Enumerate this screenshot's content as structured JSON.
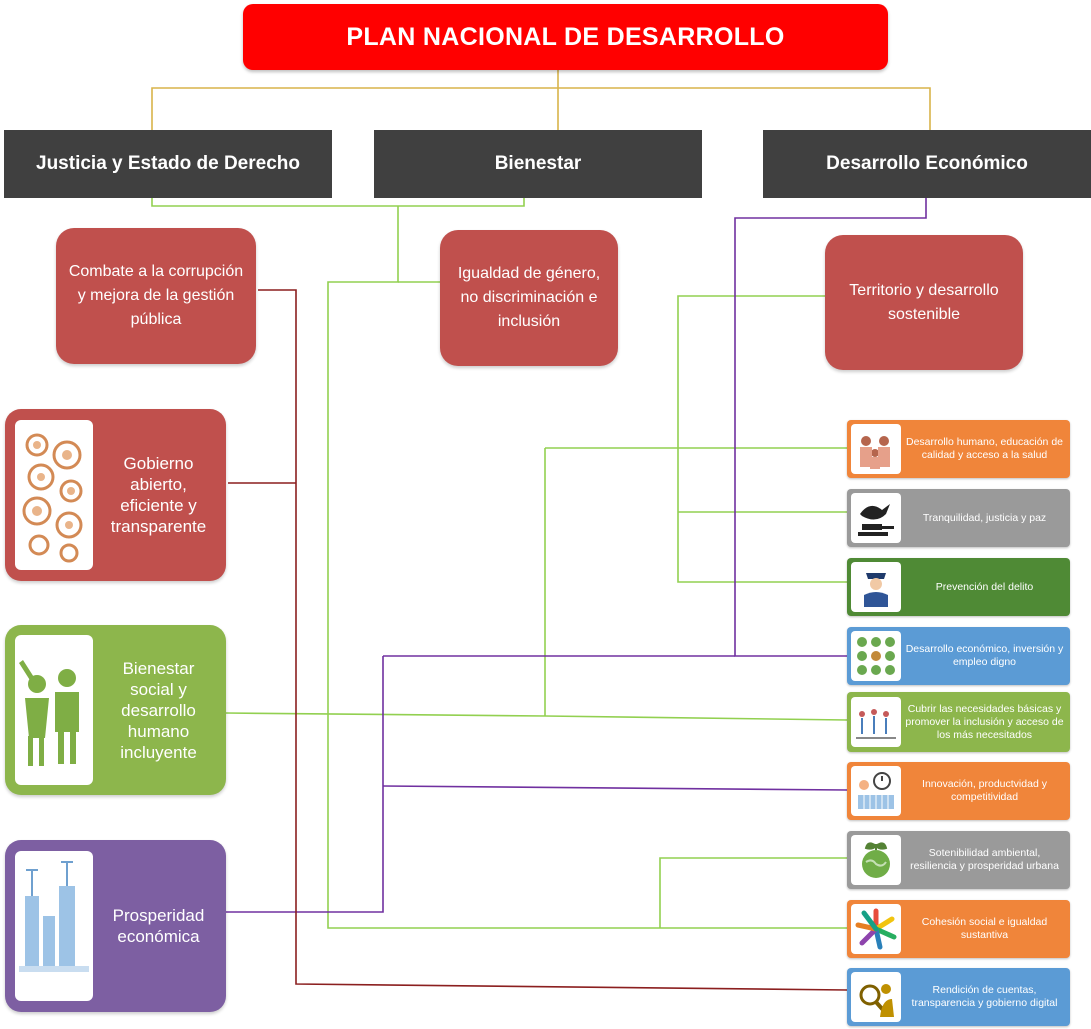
{
  "title": "PLAN NACIONAL DE DESARROLLO",
  "pillars": [
    {
      "label": "Justicia y Estado de Derecho"
    },
    {
      "label": "Bienestar"
    },
    {
      "label": "Desarrollo Económico"
    }
  ],
  "cross_axes": [
    {
      "label": "Combate a la corrupción y mejora de la gestión pública"
    },
    {
      "label": "Igualdad de género, no discriminación e inclusión"
    },
    {
      "label": "Territorio y desarrollo sostenible"
    }
  ],
  "state_axes": [
    {
      "label": "Gobierno abierto, eficiente y transparente",
      "color": "#c0504d",
      "icon": "gears-icon"
    },
    {
      "label": "Bienestar social y desarrollo humano incluyente",
      "color": "#8db64c",
      "icon": "people-icon"
    },
    {
      "label": "Prosperidad económica",
      "color": "#7d5fa2",
      "icon": "city-icon"
    }
  ],
  "objectives": [
    {
      "label": "Desarrollo humano, educación de calidad y acceso a la salud",
      "color": "#f0853a",
      "icon": "family-icon"
    },
    {
      "label": "Tranquilidad, justicia y paz",
      "color": "#9a9a9a",
      "icon": "dove-gavel-icon"
    },
    {
      "label": "Prevención del delito",
      "color": "#4f8a35",
      "icon": "police-icon"
    },
    {
      "label": "Desarrollo económico, inversión y empleo digno",
      "color": "#5b9bd5",
      "icon": "grid-icon"
    },
    {
      "label": "Cubrir las necesidades básicas y promover la inclusión y acceso de los más necesitados",
      "color": "#8db64c",
      "icon": "crowd-icon"
    },
    {
      "label": "Innovación, productvidad y competitividad",
      "color": "#f0853a",
      "icon": "innovation-icon"
    },
    {
      "label": "Sotenibilidad ambiental, resiliencia y prosperidad urbana",
      "color": "#9a9a9a",
      "icon": "earth-plant-icon"
    },
    {
      "label": "Cohesión social e igualdad sustantiva",
      "color": "#f0853a",
      "icon": "hands-circle-icon"
    },
    {
      "label": "Rendición de cuentas, transparencia y gobierno digital",
      "color": "#5b9bd5",
      "icon": "magnifier-person-icon"
    }
  ],
  "line_colors": {
    "gold": "#d9b44a",
    "green": "#92d050",
    "purple": "#7030a0",
    "maroon": "#8b1f1f"
  }
}
